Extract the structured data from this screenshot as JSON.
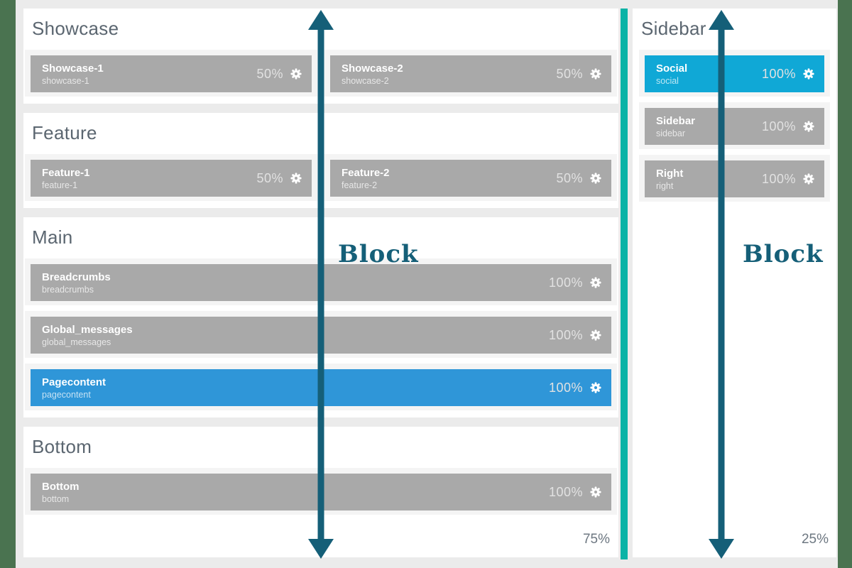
{
  "colors": {
    "edge_green": "#4a7350",
    "canvas_gray": "#ebebeb",
    "card_white": "#ffffff",
    "frame_gray": "#f4f4f4",
    "bar_gray": "#a9a9a9",
    "bar_blue": "#2f96d8",
    "bar_cyan": "#10a8d6",
    "divider_teal": "#0ab3a6",
    "arrow_teal": "#155f78",
    "heading_gray": "#5b6670",
    "pct_gray": "#6d7781"
  },
  "left_column": {
    "width_label": "75%",
    "sections": [
      {
        "title": "Showcase",
        "rows": [
          {
            "title": "Showcase-1",
            "slug": "showcase-1",
            "pct": "50%",
            "color": "bar_gray",
            "half": true
          },
          {
            "title": "Showcase-2",
            "slug": "showcase-2",
            "pct": "50%",
            "color": "bar_gray",
            "half": true
          }
        ]
      },
      {
        "title": "Feature",
        "rows": [
          {
            "title": "Feature-1",
            "slug": "feature-1",
            "pct": "50%",
            "color": "bar_gray",
            "half": true
          },
          {
            "title": "Feature-2",
            "slug": "feature-2",
            "pct": "50%",
            "color": "bar_gray",
            "half": true
          }
        ]
      },
      {
        "title": "Main",
        "rows": [
          {
            "title": "Breadcrumbs",
            "slug": "breadcrumbs",
            "pct": "100%",
            "color": "bar_gray"
          },
          {
            "title": "Global_messages",
            "slug": "global_messages",
            "pct": "100%",
            "color": "bar_gray"
          },
          {
            "title": "Pagecontent",
            "slug": "pagecontent",
            "pct": "100%",
            "color": "bar_blue"
          }
        ]
      },
      {
        "title": "Bottom",
        "footer_pct": "75%",
        "rows": [
          {
            "title": "Bottom",
            "slug": "bottom",
            "pct": "100%",
            "color": "bar_gray"
          }
        ]
      }
    ]
  },
  "sidebar_column": {
    "width_label": "25%",
    "sections": [
      {
        "title": "Sidebar",
        "footer_pct": "25%",
        "rows": [
          {
            "title": "Social",
            "slug": "social",
            "pct": "100%",
            "color": "bar_cyan"
          },
          {
            "title": "Sidebar",
            "slug": "sidebar",
            "pct": "100%",
            "color": "bar_gray"
          },
          {
            "title": "Right",
            "slug": "right",
            "pct": "100%",
            "color": "bar_gray"
          }
        ]
      }
    ]
  },
  "annotations": {
    "left_block_label": "Block",
    "right_block_label": "Block"
  },
  "icons": {
    "row_settings": "gear-icon"
  }
}
